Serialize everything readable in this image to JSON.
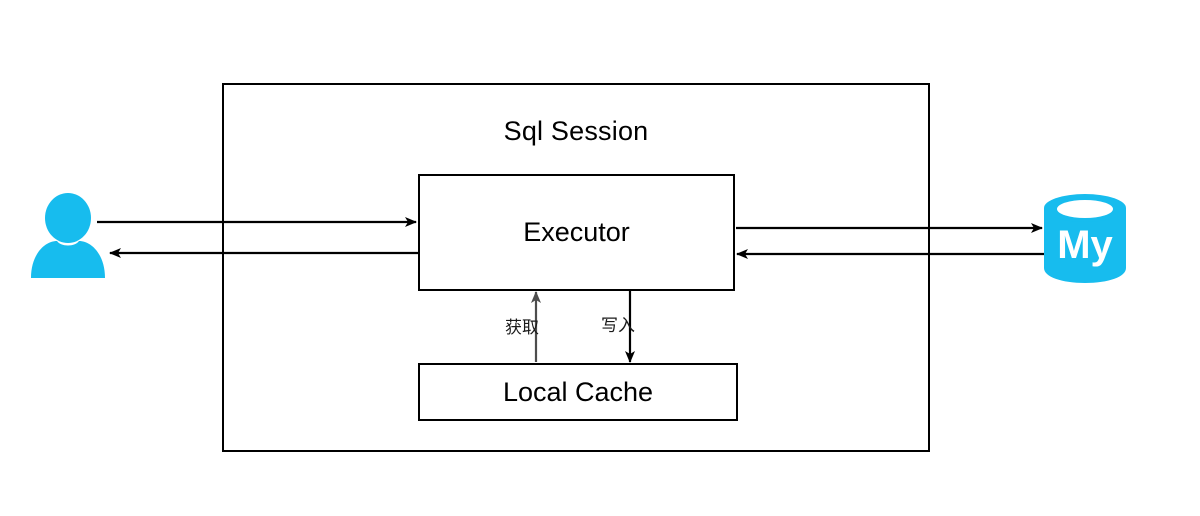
{
  "diagram": {
    "title": "Sql Session",
    "type": "flow-diagram",
    "background_color": "#ffffff",
    "line_color": "#000000",
    "accent_color": "#17bcee",
    "container": {
      "label": "Sql Session",
      "name": "sql-session-container"
    },
    "nodes": [
      {
        "id": "user",
        "label": "",
        "kind": "actor-icon",
        "icon": "user-icon",
        "color": "#17bcee"
      },
      {
        "id": "executor",
        "label": "Executor",
        "kind": "box"
      },
      {
        "id": "local-cache",
        "label": "Local Cache",
        "kind": "box"
      },
      {
        "id": "mysql",
        "label": "My",
        "kind": "database-icon",
        "icon": "mysql-database-icon",
        "color": "#17bcee"
      }
    ],
    "edges": [
      {
        "id": "user-to-executor",
        "from": "user",
        "to": "executor",
        "label": "",
        "direction": "right"
      },
      {
        "id": "executor-to-user",
        "from": "executor",
        "to": "user",
        "label": "",
        "direction": "left"
      },
      {
        "id": "executor-to-mysql",
        "from": "executor",
        "to": "mysql",
        "label": "",
        "direction": "right"
      },
      {
        "id": "mysql-to-executor",
        "from": "mysql",
        "to": "executor",
        "label": "",
        "direction": "left"
      },
      {
        "id": "cache-to-executor",
        "from": "local-cache",
        "to": "executor",
        "label": "获取",
        "direction": "up"
      },
      {
        "id": "executor-to-cache",
        "from": "executor",
        "to": "local-cache",
        "label": "写入",
        "direction": "down"
      }
    ],
    "labels": {
      "executor": "Executor",
      "local_cache": "Local Cache",
      "fetch": "获取",
      "write": "写入",
      "db_text": "My"
    }
  }
}
